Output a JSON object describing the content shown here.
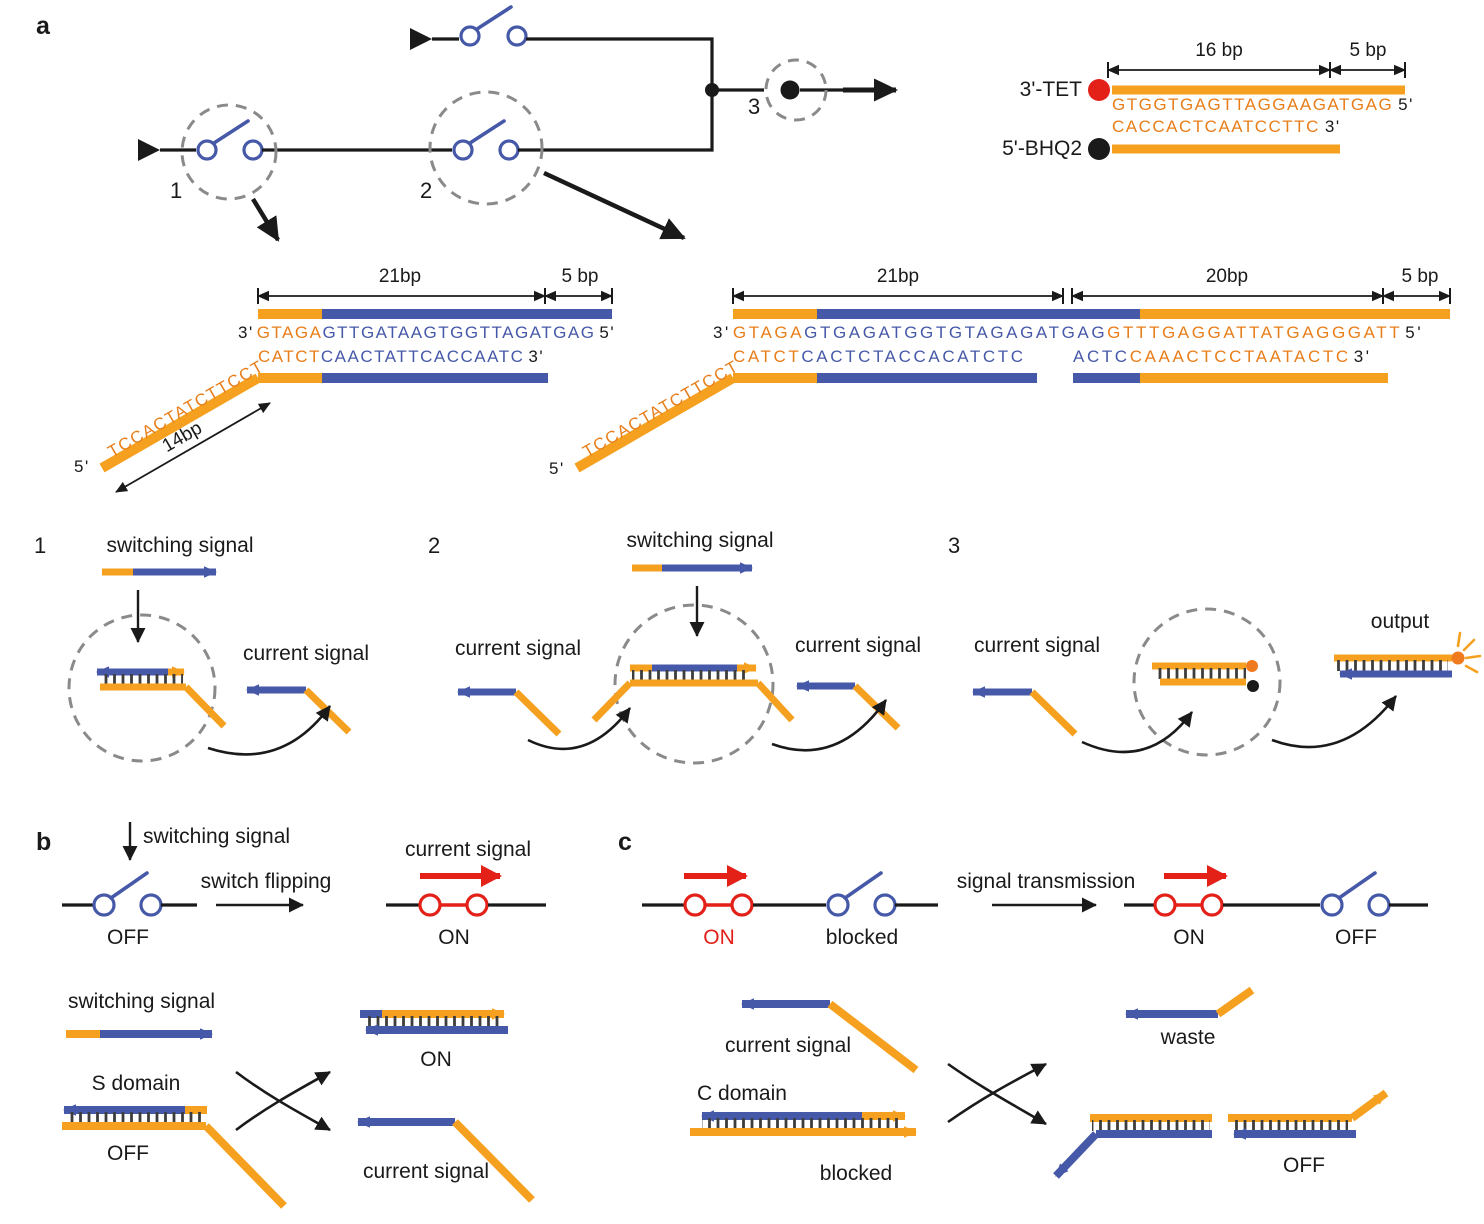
{
  "colors": {
    "strand_orange": "#F5A01E",
    "strand_blue": "#4659A8",
    "signal_red": "#E32119",
    "sequence_orange": "#E87E1A",
    "line_black": "#1A1A1A",
    "dashed_gray": "#8A8A8A"
  },
  "panel_a": {
    "label": "a",
    "circuit": {
      "switch1": "1",
      "switch2": "2",
      "switch3": "3"
    },
    "reporter": {
      "bp16": "16 bp",
      "bp5": "5 bp",
      "tet": "3'-TET",
      "bhq": "5'-BHQ2",
      "top_seq": "GTGGTGAGTTAGGAAGATGAG",
      "top_end": "5'",
      "bottom_seq": "CACCACTCAATCCTTC",
      "bottom_end": "3'"
    },
    "dna1": {
      "bp21": "21bp",
      "bp5": "5 bp",
      "bp14": "14bp",
      "top_start": "3'",
      "top_seq_orange": "GTAGA",
      "top_seq_blue": "GTTGATAAGTGGTTAGATGAG",
      "top_end": "5'",
      "bottom_seq_orange": "CATCT",
      "bottom_seq_blue": "CAACTATTCACCAATC",
      "bottom_end": "3'",
      "toehold_seq": "TCCACTATCTTCCT",
      "toehold_end": "5'"
    },
    "dna2": {
      "bp21": "21bp",
      "bp20": "20bp",
      "bp5": "5 bp",
      "top_start": "3'",
      "top_seq_orange": "GTAGA",
      "top_seq_blue": "GTGAGATGGTGTAGAGATGAG",
      "top_seq_orange2": "GTTTGAGGATTATGAGGGATT",
      "top_end": "5'",
      "bottom_seq_orange": "CATCT",
      "bottom_seq_blue": "CACTCTACCACATCTC",
      "bottom_seq_blue2": "ACTC",
      "bottom_seq_orange2": "CAAACTCCTAATACTC",
      "bottom_end": "3'",
      "toehold_seq": "TCCACTATCTTCCT",
      "toehold_end": "5'"
    }
  },
  "mechanisms": {
    "step1": {
      "num": "1",
      "switching_signal": "switching signal",
      "current_signal": "current signal"
    },
    "step2": {
      "num": "2",
      "switching_signal": "switching signal",
      "current_signal_left": "current signal",
      "current_signal_right": "current signal"
    },
    "step3": {
      "num": "3",
      "current_signal": "current signal",
      "output": "output"
    }
  },
  "panel_b": {
    "label": "b",
    "switching_signal": "switching signal",
    "switch_flipping": "switch flipping",
    "current_signal": "current signal",
    "off": "OFF",
    "on": "ON",
    "reaction": {
      "switching_signal": "switching signal",
      "s_domain": "S domain",
      "off": "OFF",
      "on": "ON",
      "current_signal": "current signal"
    }
  },
  "panel_c": {
    "label": "c",
    "on_left": "ON",
    "blocked": "blocked",
    "signal_transmission": "signal transmission",
    "on_right": "ON",
    "off": "OFF",
    "reaction": {
      "current_signal": "current signal",
      "c_domain": "C domain",
      "blocked": "blocked",
      "waste": "waste",
      "off": "OFF"
    }
  }
}
